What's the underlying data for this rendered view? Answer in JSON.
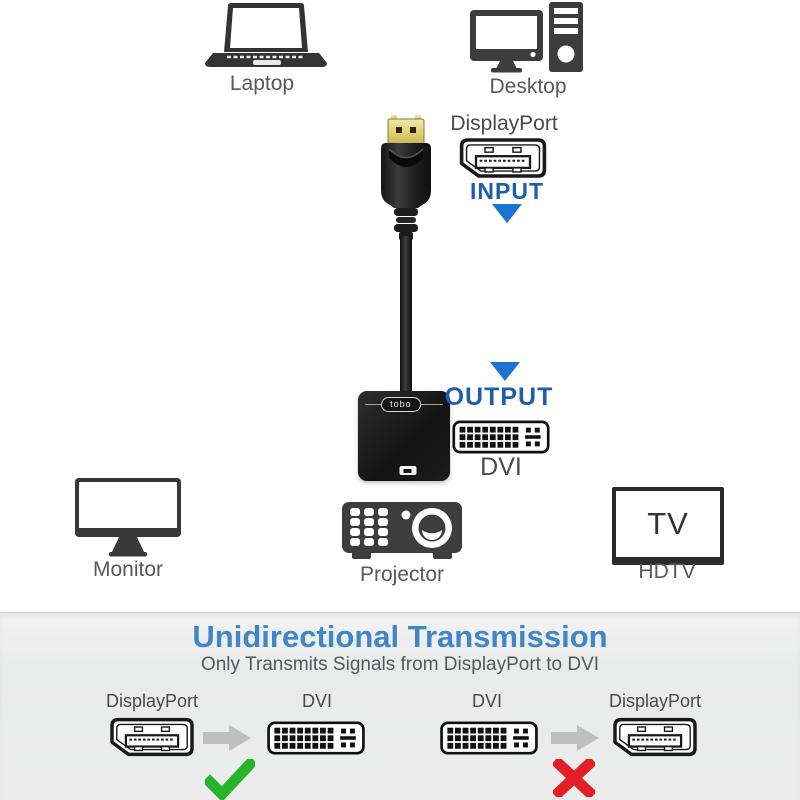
{
  "devices": {
    "laptop": "Laptop",
    "desktop": "Desktop",
    "monitor": "Monitor",
    "projector": "Projector",
    "hdtv": "HDTV",
    "tv_screen": "TV"
  },
  "flow": {
    "displayport_label": "DisplayPort",
    "input_label": "INPUT",
    "output_label": "OUTPUT",
    "dvi_label": "DVI",
    "adapter_brand": "tobo"
  },
  "banner": {
    "title": "Unidirectional Transmission",
    "subtitle": "Only Transmits Signals from DisplayPort to DVI"
  },
  "comparison": {
    "allowed": {
      "from": "DisplayPort",
      "to": "DVI",
      "result": "check"
    },
    "blocked": {
      "from": "DVI",
      "to": "DisplayPort",
      "result": "cross"
    }
  },
  "colors": {
    "accent_blue_title": "#4186c6",
    "accent_blue_io": "#1d5fa8",
    "arrow_blue": "#1b74cf",
    "check_green": "#28b428",
    "cross_red": "#e31e24",
    "icon_dark": "#3a3a3a",
    "banner_bg": "#ececec"
  }
}
